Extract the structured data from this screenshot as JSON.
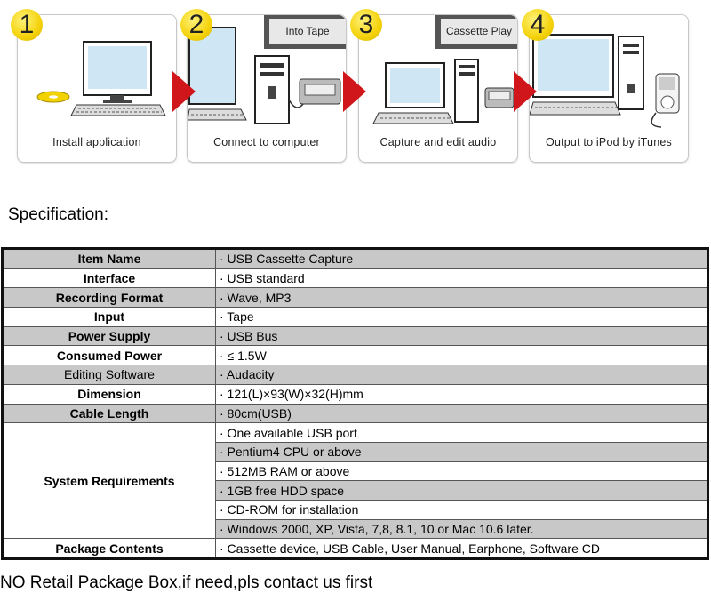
{
  "steps": [
    {
      "number": "1",
      "caption": "Install application",
      "tag": ""
    },
    {
      "number": "2",
      "caption": "Connect to computer",
      "tag": "Into Tape"
    },
    {
      "number": "3",
      "caption": "Capture and edit  audio",
      "tag": "Cassette Play"
    },
    {
      "number": "4",
      "caption": "Output to iPod by iTunes",
      "tag": ""
    }
  ],
  "spec_title": "Specification:",
  "spec_rows": [
    {
      "key": "Item Name",
      "value": "· USB Cassette Capture"
    },
    {
      "key": "Interface",
      "value": "· USB standard"
    },
    {
      "key": "Recording Format",
      "value": "· Wave, MP3"
    },
    {
      "key": "Input",
      "value": "· Tape"
    },
    {
      "key": "Power Supply",
      "value": "· USB Bus"
    },
    {
      "key": "Consumed Power",
      "value": "· ≤ 1.5W"
    },
    {
      "key": "Editing Software",
      "value": "· Audacity"
    },
    {
      "key": "Dimension",
      "value": "· 121(L)×93(W)×32(H)mm"
    },
    {
      "key": "Cable Length",
      "value": "· 80cm(USB)"
    }
  ],
  "system_requirements": {
    "key": "System Requirements",
    "values": [
      "· One available USB port",
      "· Pentium4 CPU or above",
      "· 512MB RAM or above",
      "· 1GB free HDD space",
      "· CD-ROM for installation",
      "· Windows 2000, XP, Vista, 7,8, 8.1, 10 or Mac 10.6 later."
    ]
  },
  "package_contents": {
    "key": "Package Contents",
    "value": "· Cassette device, USB Cable, User Manual, Earphone,  Software CD"
  },
  "footnote": "NO Retail Package Box,if need,pls contact us first",
  "colors": {
    "badge": "#f4d20a",
    "arrow": "#d0161b",
    "row_shade": "#c8c8c8"
  },
  "icons": [
    "cd-icon",
    "monitor-icon",
    "keyboard-icon",
    "pc-tower-icon",
    "cassette-player-icon",
    "ipod-icon"
  ]
}
